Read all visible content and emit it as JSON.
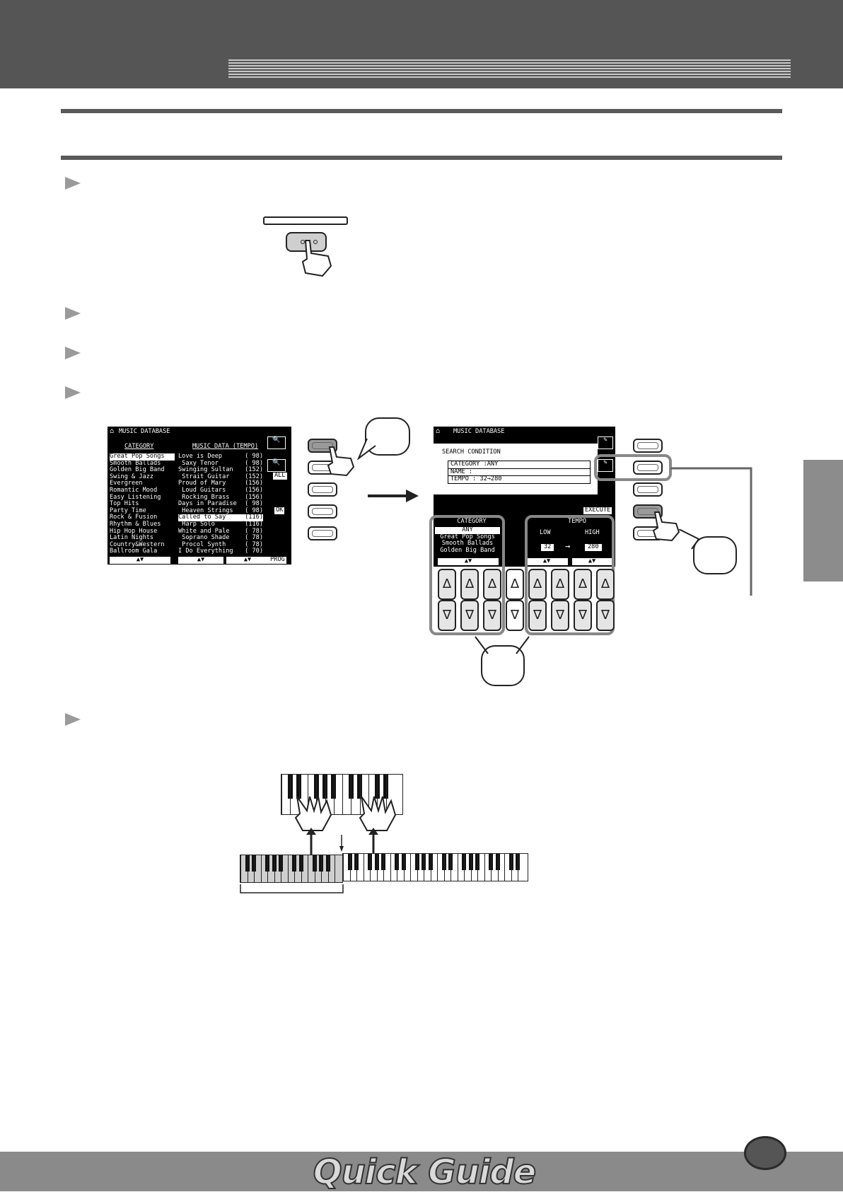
{
  "colors": {
    "header": "#555555",
    "accent_gray": "#9a9a9a",
    "lcd_bg": "#000000",
    "highlight": "#888888"
  },
  "footer": {
    "logo": "Quick Guide"
  },
  "lcd1": {
    "title": "MUSIC DATABASE",
    "col_category": "CATEGORY",
    "col_music": "MUSIC DATA (TEMPO)",
    "categories": [
      "Great Pop Songs",
      "Smooth Ballads",
      "Golden Big Band",
      "Swing & Jazz",
      "Evergreen",
      "Romantic Mood",
      "Easy Listening",
      "Top Hits",
      "Party Time",
      "Rock & Fusion",
      "Rhythm & Blues",
      "Hip Hop House",
      "Latin Nights",
      "Country&Western",
      "Ballroom Gala"
    ],
    "songs": [
      {
        "name": "Love is Deep",
        "tempo": "( 98)"
      },
      {
        "name": " Saxy Tenor",
        "tempo": "( 98)"
      },
      {
        "name": "Swinging Sultan",
        "tempo": "(152)"
      },
      {
        "name": " Strait Guitar",
        "tempo": "(152)"
      },
      {
        "name": "Proud of Mary",
        "tempo": "(156)"
      },
      {
        "name": " Loud Guitars",
        "tempo": "(156)"
      },
      {
        "name": " Rocking Brass",
        "tempo": "(156)"
      },
      {
        "name": "Days in Paradise",
        "tempo": "( 98)"
      },
      {
        "name": " Heaven Strings",
        "tempo": "( 98)"
      },
      {
        "name": "Called to Say",
        "tempo": "(116)"
      },
      {
        "name": " Harp Solo",
        "tempo": "(116)"
      },
      {
        "name": "White and Pale",
        "tempo": "( 78)"
      },
      {
        "name": " Soprano Shade",
        "tempo": "( 78)"
      },
      {
        "name": " Procol Synth",
        "tempo": "( 78)"
      },
      {
        "name": "I Do Everything",
        "tempo": "( 70)"
      }
    ],
    "side_label_all": "ALL",
    "side_label_ok": "OK",
    "prog": "PROG",
    "arrows": "▲▼"
  },
  "lcd2": {
    "title": "MUSIC DATABASE",
    "search_condition": "SEARCH CONDITION",
    "rows": [
      "CATEGORY :ANY",
      "NAME :",
      "TEMPO :  32→280"
    ],
    "execute": "EXECUTE",
    "category_label": "CATEGORY",
    "category_items": [
      "ANY",
      "Great Pop Songs",
      "Smooth Ballads",
      "Golden Big Band"
    ],
    "tempo_label": "TEMPO",
    "low_label": "LOW",
    "high_label": "HIGH",
    "low_value": "32",
    "high_value": "280",
    "arrow_right": "→"
  }
}
